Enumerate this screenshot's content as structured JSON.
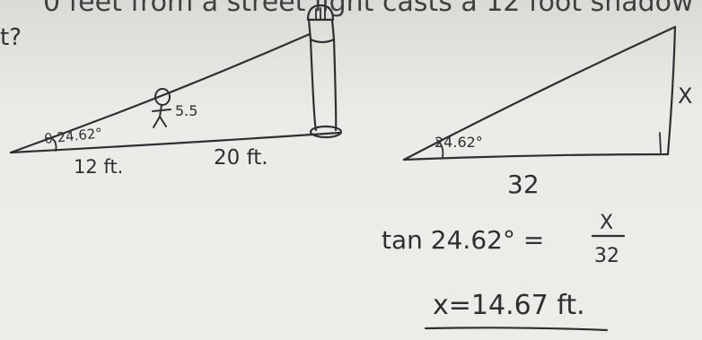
{
  "question": {
    "cropped_top_text": "0 feet from a street light casts a 12 foot shadow",
    "cropped_left_text": "t?"
  },
  "left_figure": {
    "angle_label": "θ:24.62°",
    "person_height": "5.5",
    "shadow_length": "12 ft.",
    "pole_distance": "20 ft."
  },
  "right_figure": {
    "angle_label": "24.62°",
    "side_label": "X",
    "base_label": "32"
  },
  "work": {
    "equation_left": "tan 24.62° =",
    "fraction_numerator": "X",
    "fraction_denominator": "32",
    "answer": "x=14.67 ft."
  }
}
